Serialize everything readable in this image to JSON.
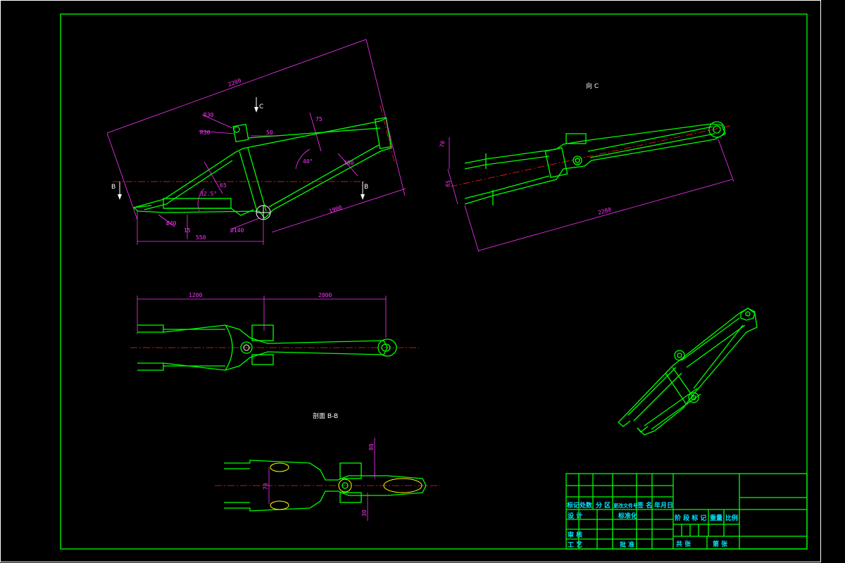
{
  "colors": {
    "background": "#000000",
    "border": "#00ff00",
    "outline": "#00ff00",
    "dimension": "#ff33ff",
    "centerline": "#ff2020",
    "section": "#ffff00",
    "titleblock_text": "#00e5ff",
    "label": "#ffffff"
  },
  "views": {
    "side": {
      "section_mark": "B",
      "view_mark": "C",
      "dims": {
        "overall_length": "2200",
        "r_top": "R30",
        "r_head": "R30",
        "tube_50": "50",
        "ang_75": "75",
        "ang_40": "40°",
        "len_300": "300",
        "ang_65": "65",
        "ang_325": "32.5°",
        "bottom_1900": "1900",
        "d_40": "Ø40",
        "len_15": "15",
        "len_550": "550",
        "dia_140": "Ø140"
      }
    },
    "view_c": {
      "label": "向 C",
      "dims": {
        "d_70": "70",
        "d_65": "65",
        "len_2200": "2200"
      }
    },
    "top": {
      "dims": {
        "left_1200": "1200",
        "right_2000": "2000"
      }
    },
    "section_bb": {
      "label": "剖面 B-B",
      "dims": {
        "d_80": "80",
        "d_70": "70",
        "d_30": "30"
      }
    }
  },
  "title_block": {
    "header": [
      "标记",
      "处数",
      "分 区",
      "更改文件号",
      "签 名",
      "年月日"
    ],
    "design": "设 计",
    "standardization": "标准化",
    "review": "审 核",
    "process": "工 艺",
    "approve": "批 准",
    "stage_mark": "阶 段 标 记",
    "weight": "重量",
    "scale": "比例",
    "total_sheets": "共   张",
    "sheet_no": "第   张"
  }
}
